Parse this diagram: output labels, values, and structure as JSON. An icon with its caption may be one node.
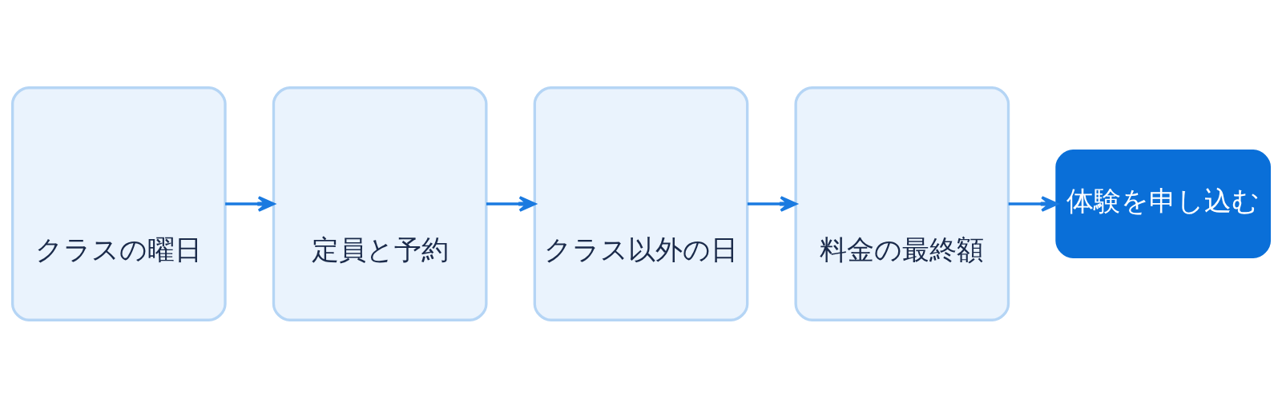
{
  "diagram": {
    "nodes": [
      {
        "text": [
          "クラスの曜日"
        ]
      },
      {
        "text": [
          "定員と予約"
        ]
      },
      {
        "text": [
          "クラス以外の日"
        ]
      },
      {
        "text": [
          "料金の最終額"
        ]
      },
      {
        "text": [
          "体験を申し込む"
        ]
      }
    ],
    "edges": [
      {
        "from": 0,
        "to": 1,
        "arrow": "to"
      },
      {
        "from": 1,
        "to": 2,
        "arrow": "to"
      },
      {
        "from": 2,
        "to": 3,
        "arrow": "to"
      },
      {
        "from": 3,
        "to": 4,
        "arrow": "to"
      }
    ]
  }
}
